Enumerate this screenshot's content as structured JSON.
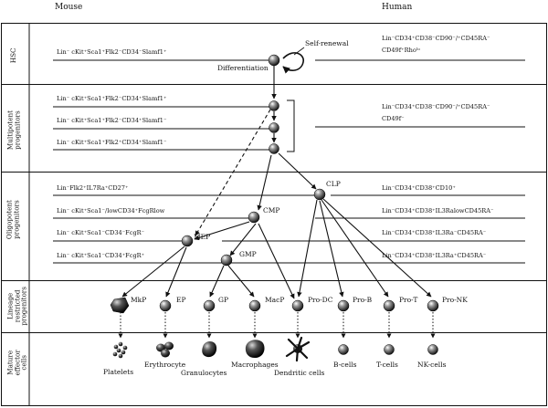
{
  "header": {
    "left": "Mouse",
    "right": "Human"
  },
  "sections": [
    {
      "label": "HSC"
    },
    {
      "label": "Multipotent\nprogenitors"
    },
    {
      "label": "Oligopotent\nprogenitors"
    },
    {
      "label": "Lineage\nrestricted\nprogenitors"
    },
    {
      "label": "Mature\neffector\ncells"
    }
  ],
  "mouse_markers": {
    "hsc": "Lin⁻ cKit⁺Sca1⁺Flk2⁻CD34⁻Slamf1⁺",
    "mpp1": "Lin⁻ cKit⁺Sca1⁺Flk2⁻CD34⁺Slamf1⁺",
    "mpp2": "Lin⁻ cKit⁺Sca1⁺Flk2⁻CD34⁺Slamf1⁻",
    "mpp3": "Lin⁻ cKit⁺Sca1⁺Flk2⁺CD34⁺Slamf1⁻",
    "clp": "Lin⁻Flk2⁺IL7Ra⁺CD27⁺",
    "cmp": "Lin⁻ cKit⁺Sca1⁻/lowCD34⁺FcgRlow",
    "mep": "Lin⁻ cKit⁺Sca1⁻CD34⁻FcgR⁻",
    "gmp": "Lin⁻ cKit⁺Sca1⁻CD34⁺FcgR⁺"
  },
  "human_markers": {
    "hsc_1": "Lin⁻CD34⁺CD38⁻CD90⁻/⁺CD45RA⁻",
    "hsc_2": "CD49f⁺Rhoˡᵒ",
    "mpp_1": "Lin⁻CD34⁺CD38⁻CD90⁻/⁺CD45RA⁻",
    "mpp_2": "CD49f⁻",
    "clp": "Lin⁻CD34⁺CD38⁺CD10⁺",
    "cmp": "Lin⁻CD34⁺CD38⁺IL3RalowCD45RA⁻",
    "mep": "Lin⁻CD34⁺CD38⁺IL3Ra⁻CD45RA⁻",
    "gmp": "Lin⁻CD34⁺CD38⁺IL3Ra⁺CD45RA⁻"
  },
  "annotations": {
    "self_renewal": "Self-renewal",
    "differentiation": "Differentiation"
  },
  "nodes": {
    "clp": "CLP",
    "cmp": "CMP",
    "mep": "MEP",
    "gmp": "GMP",
    "mkp": "MkP",
    "ep": "EP",
    "gp": "GP",
    "macp": "MacP",
    "prodc": "Pro-DC",
    "prob": "Pro-B",
    "prot": "Pro-T",
    "pronk": "Pro-NK"
  },
  "mature_cells": {
    "platelets": "Platelets",
    "erythrocyte": "Erythrocyte",
    "granulocytes": "Granulocytes",
    "macrophages": "Macrophages",
    "dendritic": "Dendritic cells",
    "bcells": "B-cells",
    "tcells": "T-cells",
    "nkcells": "NK-cells"
  }
}
